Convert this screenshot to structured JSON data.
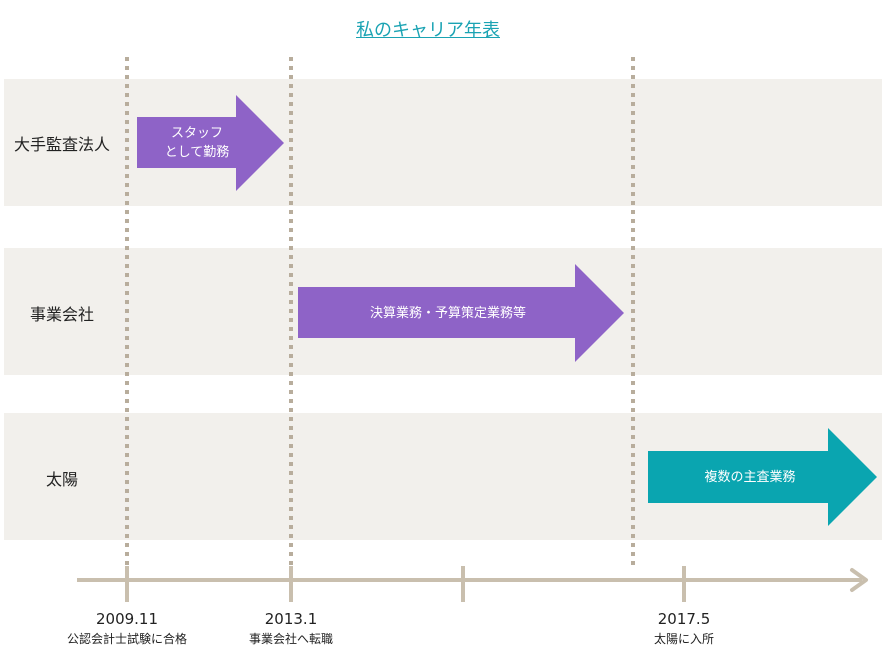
{
  "title": "私のキャリア年表",
  "rows": [
    {
      "label": "大手監査法人"
    },
    {
      "label": "事業会社"
    },
    {
      "label": "太陽"
    }
  ],
  "arrows": [
    {
      "lines": [
        "スタッフ",
        "として勤務"
      ],
      "color": "#8e63c7"
    },
    {
      "lines": [
        "決算業務・予算策定業務等"
      ],
      "color": "#8e63c7"
    },
    {
      "lines": [
        "複数の主査業務"
      ],
      "color": "#0aa5b0"
    }
  ],
  "milestones": [
    {
      "date": "2009.11",
      "event": "公認会計士試験に合格"
    },
    {
      "date": "2013.1",
      "event": "事業会社へ転職"
    },
    {
      "date": "2017.5",
      "event": "太陽に入所"
    }
  ],
  "colors": {
    "band": "#f2f0ec",
    "axis": "#c9bfae",
    "dotted": "#b8ad9c",
    "title": "#1aa3b3"
  }
}
